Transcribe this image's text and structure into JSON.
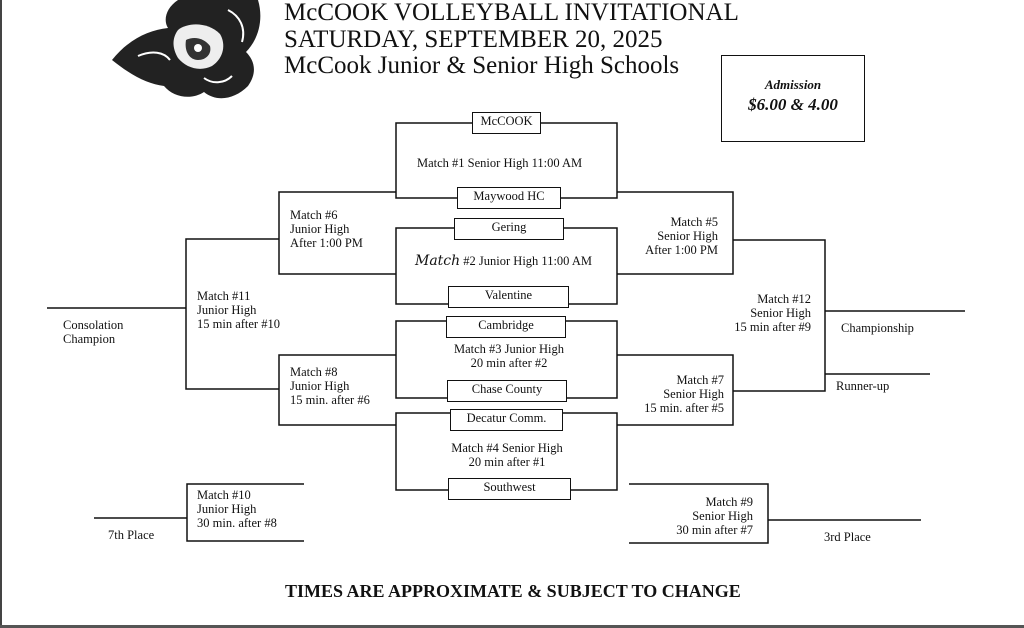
{
  "header": {
    "title_line1": "McCOOK  VOLLEYBALL  INVITATIONAL",
    "title_line2": "SATURDAY, SEPTEMBER 20, 2025",
    "title_line3": "McCook Junior & Senior High Schools"
  },
  "admission": {
    "label": "Admission",
    "price": "$6.00 & 4.00"
  },
  "teams": {
    "mccook": "McCOOK",
    "maywood": "Maywood HC",
    "gering": "Gering",
    "valentine": "Valentine",
    "cambridge": "Cambridge",
    "chase": "Chase County",
    "decatur": "Decatur Comm.",
    "southwest": "Southwest"
  },
  "matches": {
    "m1": "Match #1  Senior High  11:00 AM",
    "m2_hand": "Match",
    "m2": "#2  Junior High  11:00 AM",
    "m3": {
      "l1": "Match #3  Junior High",
      "l2": "20 min after #2"
    },
    "m4": {
      "l1": "Match #4 Senior High",
      "l2": "20 min after #1"
    },
    "m5": {
      "l1": "Match #5",
      "l2": "Senior High",
      "l3": "After 1:00 PM"
    },
    "m6": {
      "l1": "Match #6",
      "l2": "Junior High",
      "l3": "After 1:00 PM"
    },
    "m7": {
      "l1": "Match #7",
      "l2": "Senior High",
      "l3": "15 min. after #5"
    },
    "m8": {
      "l1": "Match #8",
      "l2": "Junior High",
      "l3": "15 min. after #6"
    },
    "m9": {
      "l1": "Match #9",
      "l2": "Senior High",
      "l3": "30 min after #7"
    },
    "m10": {
      "l1": "Match  #10",
      "l2": "Junior High",
      "l3": "30 min. after #8"
    },
    "m11": {
      "l1": "Match #11",
      "l2": "Junior High",
      "l3": "15 min after #10"
    },
    "m12": {
      "l1": "Match #12",
      "l2": "Senior High",
      "l3": "15 min after #9"
    }
  },
  "places": {
    "consolation_l1": "Consolation",
    "consolation_l2": "Champion",
    "championship": "Championship",
    "runner_up": "Runner-up",
    "seventh": "7th Place",
    "third": "3rd Place"
  },
  "footer": "TIMES ARE APPROXIMATE & SUBJECT TO CHANGE"
}
